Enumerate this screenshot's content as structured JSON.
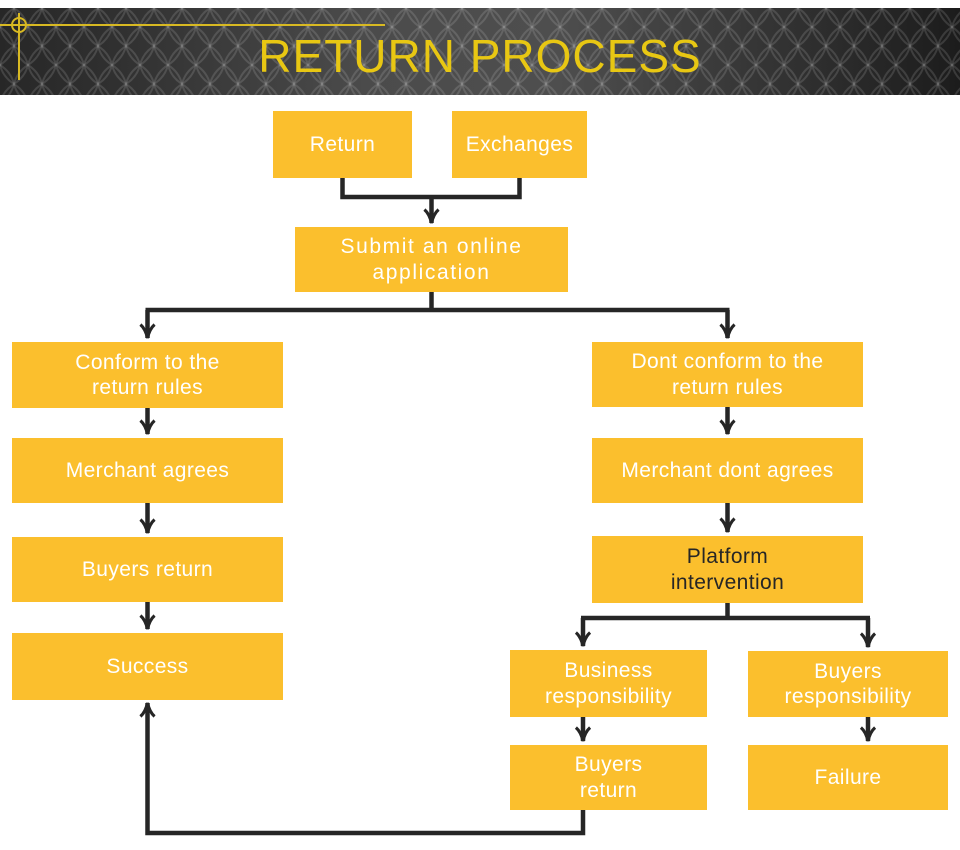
{
  "header": {
    "title": "RETURN PROCESS"
  },
  "colors": {
    "node_fill": "#FBBF2D",
    "node_text": "#FFFFFF",
    "node_text_dark": "#262626",
    "connector": "#262626",
    "title_yellow": "#E8C713",
    "accent_line": "#D8B922"
  },
  "nodes": [
    {
      "id": "return",
      "label": "Return"
    },
    {
      "id": "exchanges",
      "label": "Exchanges"
    },
    {
      "id": "submit-application",
      "label": "Submit an online\napplication"
    },
    {
      "id": "conform-rules",
      "label": "Conform to the\nreturn rules"
    },
    {
      "id": "merchant-agrees",
      "label": "Merchant agrees"
    },
    {
      "id": "buyers-return-left",
      "label": "Buyers return"
    },
    {
      "id": "success",
      "label": "Success"
    },
    {
      "id": "dont-conform-rules",
      "label": "Dont conform to the\nreturn rules"
    },
    {
      "id": "merchant-dont-agrees",
      "label": "Merchant dont agrees"
    },
    {
      "id": "platform-intervention",
      "label": "Platform\nintervention"
    },
    {
      "id": "business-responsibility",
      "label": "Business\nresponsibility"
    },
    {
      "id": "buyers-responsibility",
      "label": "Buyers\nresponsibility"
    },
    {
      "id": "buyers-return-bottom",
      "label": "Buyers\nreturn"
    },
    {
      "id": "failure",
      "label": "Failure"
    }
  ]
}
